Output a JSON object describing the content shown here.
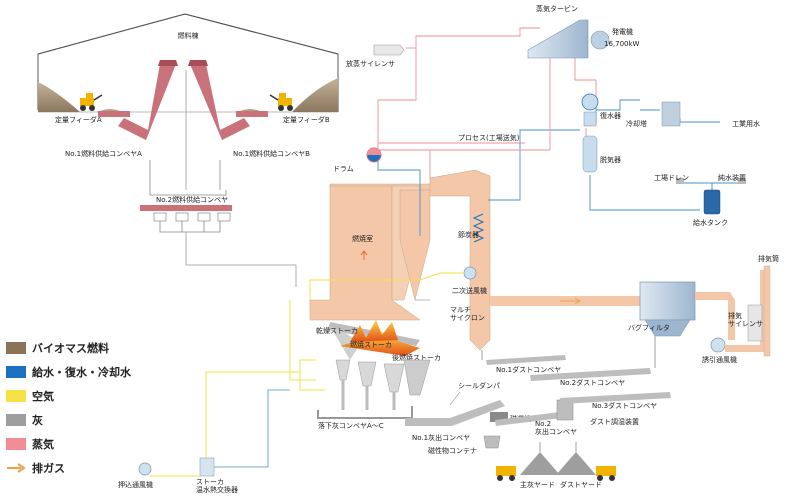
{
  "labels": {
    "fuel_building": "燃料棟",
    "feeder_a": "定量フィーダA",
    "feeder_b": "定量フィーダB",
    "conveyor_a": "No.1燃料供給コンベヤA",
    "conveyor_b": "No.1燃料供給コンベヤB",
    "conveyor_2": "No.2燃料供給コンベヤ",
    "silencer": "放蒸サイレンサ",
    "turbine": "蒸気タービン",
    "generator": "発電機",
    "generator_output": "16,700kW",
    "condenser": "復水器",
    "cooling_tower": "冷却塔",
    "industrial_water": "工業用水",
    "process": "プロセス(工場送気)",
    "drum": "ドラム",
    "deaerator": "脱気器",
    "plant_drain": "工場ドレン",
    "pure_water": "純水装置",
    "feed_tank": "給水タンク",
    "furnace": "燃焼室",
    "economizer": "節炭器",
    "exhaust_stack": "排気筒",
    "secondary_fan": "二次送風機",
    "multi_cyclone": "マルチ\nサイクロン",
    "bag_filter": "バグフィルタ",
    "exhaust_silencer": "排気\nサイレンサ",
    "induced_fan": "誘引通風機",
    "dry_stoker": "乾燥ストーカ",
    "burn_stoker": "燃焼ストーカ",
    "post_stoker": "後燃焼ストーカ",
    "dust_conv_1": "No.1ダストコンベヤ",
    "dust_conv_2": "No.2ダストコンベヤ",
    "dust_conv_3": "No.3ダストコンベヤ",
    "seal_damper": "シールダンパ",
    "magnet": "磁選機",
    "ash_conv_2": "No.2\n灰出コンベヤ",
    "dust_humid": "ダスト調湿装置",
    "drop_ash_conv": "落下灰コンベヤA〜C",
    "ash_conv_1": "No.1灰出コンベヤ",
    "magnetic_container": "磁性物コンテナ",
    "ash_yard": "主灰ヤード",
    "dust_yard": "ダストヤード",
    "forced_fan": "押込通風機",
    "stoker_heat_exchanger": "ストーカ\n温水熱交換器"
  },
  "legend": [
    {
      "label": "バイオマス燃料",
      "color": "#8b7355",
      "type": "box"
    },
    {
      "label": "給水・復水・冷却水",
      "color": "#1d6fc0",
      "type": "box"
    },
    {
      "label": "空気",
      "color": "#f5e046",
      "type": "box"
    },
    {
      "label": "灰",
      "color": "#9e9e9e",
      "type": "box"
    },
    {
      "label": "蒸気",
      "color": "#ef8e97",
      "type": "box"
    },
    {
      "label": "排ガス",
      "color": "#f0a050",
      "type": "arrow"
    }
  ],
  "colors": {
    "biomass": "#8b7355",
    "water": "#4a90c8",
    "air": "#f5e046",
    "ash": "#9e9e9e",
    "steam": "#ef8e97",
    "flue": "#f3c7a8",
    "flue_arrow": "#f0a050",
    "conveyor_red": "#c9727a"
  }
}
